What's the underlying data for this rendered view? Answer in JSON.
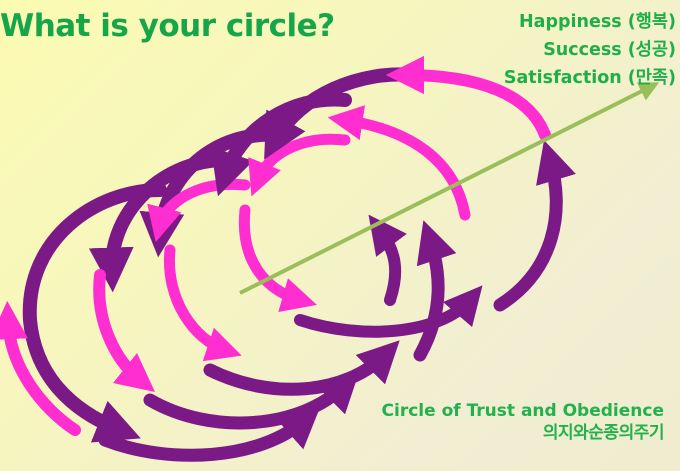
{
  "title": "What is your circle?",
  "goals": [
    {
      "label": "Happiness (행복)"
    },
    {
      "label": "Success (성공)"
    },
    {
      "label": "Satisfaction (만족)"
    }
  ],
  "caption": {
    "line1": "Circle of Trust and Obedience",
    "line2": "의지와순종의주기"
  },
  "colors": {
    "title": "#15a64a",
    "purple_arrow": "#7b1a87",
    "magenta_arrow": "#ff2ed0",
    "progress_arrow": "#9abf5a"
  }
}
